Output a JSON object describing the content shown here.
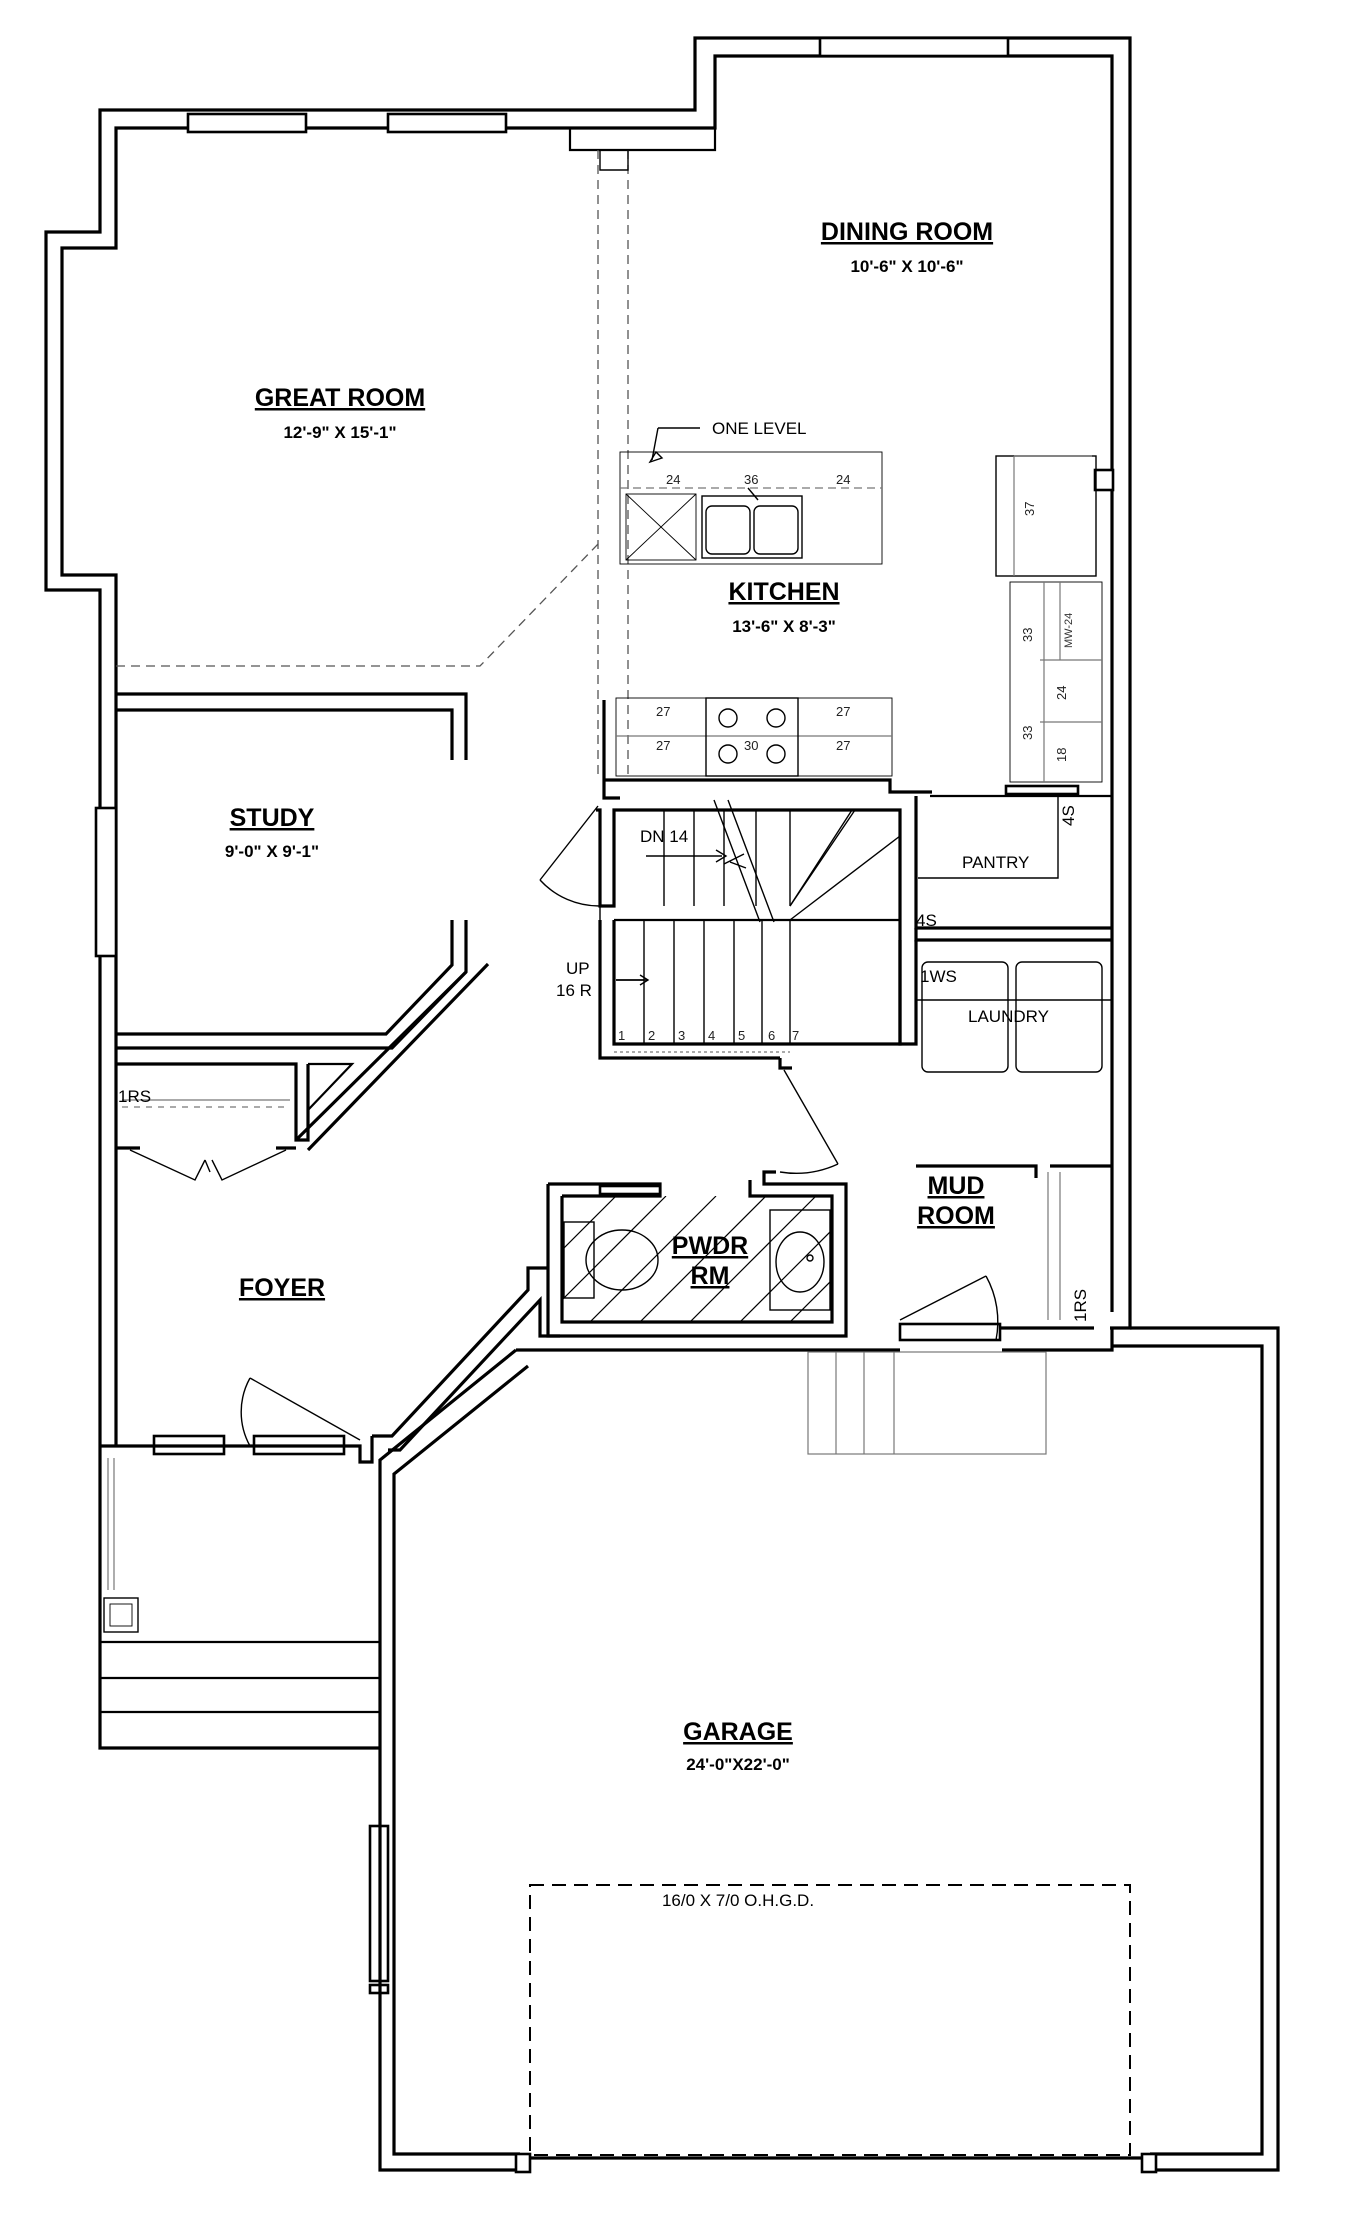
{
  "rooms": {
    "dining": {
      "name": "DINING ROOM",
      "size": "10'-6\" X 10'-6\""
    },
    "great": {
      "name": "GREAT ROOM",
      "size": "12'-9\" X 15'-1\""
    },
    "kitchen": {
      "name": "KITCHEN",
      "size": "13'-6\" X 8'-3\""
    },
    "study": {
      "name": "STUDY",
      "size": "9'-0\" X 9'-1\""
    },
    "foyer": {
      "name": "FOYER"
    },
    "mud": {
      "name_line1": "MUD",
      "name_line2": "ROOM"
    },
    "pwdr": {
      "name_line1": "PWDR",
      "name_line2": "RM"
    },
    "garage": {
      "name": "GARAGE",
      "size": "24'-0\"X22'-0\""
    }
  },
  "labels": {
    "one_level": "ONE LEVEL",
    "pantry": "PANTRY",
    "laundry": "LAUNDRY",
    "shelf_4s_top": "4S",
    "shelf_4s_bottom": "4S",
    "shelf_1ws": "1WS",
    "shelf_1rs_foyer": "1RS",
    "shelf_1rs_mud": "1RS",
    "stair_down": "DN  14",
    "stair_up_line1": "UP",
    "stair_up_line2": "16  R",
    "garage_door": "16/0  X  7/0  O.H.G.D."
  },
  "stair_numbers": [
    "1",
    "2",
    "3",
    "4",
    "5",
    "6",
    "7"
  ],
  "cabinets": {
    "island_top": [
      "24",
      "36",
      "24"
    ],
    "range_top": [
      "27",
      "27"
    ],
    "range_bottom": [
      "27",
      "30",
      "27"
    ],
    "right_wall": [
      "37",
      "33",
      "MW-24",
      "24",
      "33",
      "18"
    ]
  }
}
